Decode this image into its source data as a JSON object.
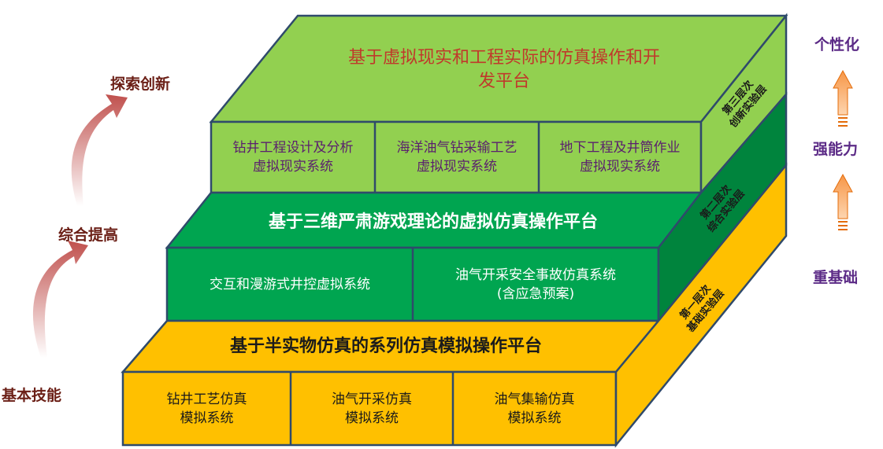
{
  "left_labels": {
    "explore": "探索创新",
    "improve": "综合提高",
    "basic": "基本技能"
  },
  "right_labels": {
    "personal": "个性化",
    "ability": "强能力",
    "foundation": "重基础"
  },
  "layer3": {
    "title": "基于虚拟现实和工程实际的仿真操作和开\n发平台",
    "boxes": [
      "钻井工程设计及分析\n虚拟现实系统",
      "海洋油气钻采输工艺\n虚拟现实系统",
      "地下工程及井筒作业\n虚拟现实系统"
    ],
    "side": "第三层次\n创新实验层"
  },
  "layer2": {
    "title": "基于三维严肃游戏理论的虚拟仿真操作平台",
    "boxes": [
      "交互和漫游式井控虚拟系统",
      "油气开采安全事故仿真系统\n(含应急预案)"
    ],
    "side": "第二层次\n综合实验层"
  },
  "layer1": {
    "title": "基于半实物仿真的系列仿真模拟操作平台",
    "boxes": [
      "钻井工艺仿真\n模拟系统",
      "油气开采仿真\n模拟系统",
      "油气集输仿真\n模拟系统"
    ],
    "side": "第一层次\n基础实验层"
  },
  "colors": {
    "light_green": "#92d050",
    "green": "#00a550",
    "dark_green": "#00843d",
    "yellow": "#ffc000",
    "border": "#2f4a6b",
    "arrow_red": "#c0504d",
    "arrow_orange": "#f79646"
  }
}
